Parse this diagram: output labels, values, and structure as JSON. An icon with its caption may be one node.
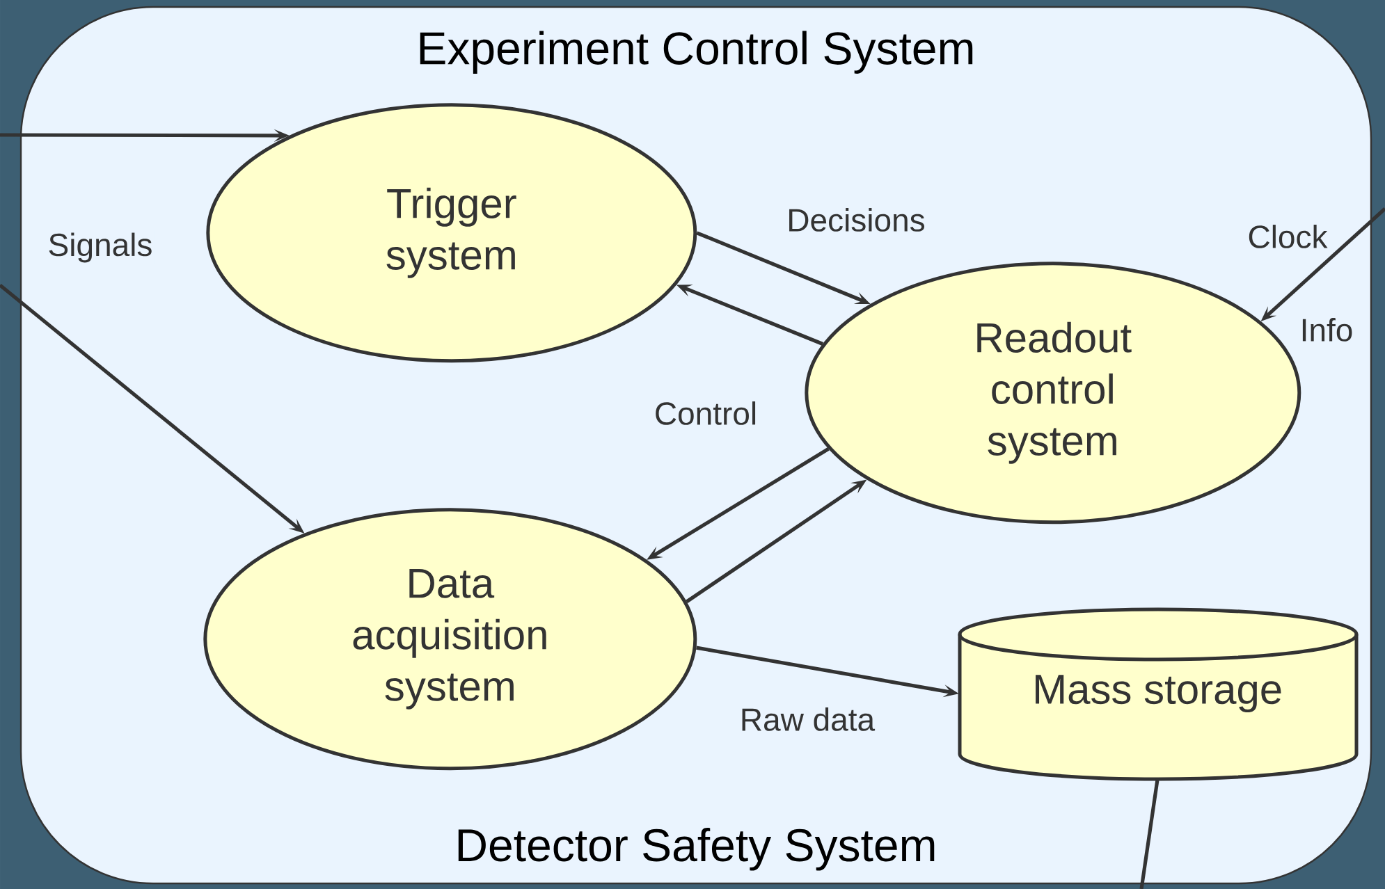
{
  "diagram": {
    "nodes": [
      {
        "text": [
          "Experiment Control System",
          "Detector Safety System"
        ]
      },
      {
        "text": [
          "Trigger system"
        ],
        "in": 0
      },
      {
        "text": [
          "Readout control system"
        ],
        "in": 0,
        "beside": [
          "Info"
        ]
      },
      {
        "text": [
          "Data acquisition system"
        ],
        "in": 0
      },
      {
        "text": [
          "Mass storage"
        ],
        "in": 0
      }
    ],
    "edges": [
      {
        "from": null,
        "to": 1,
        "arrow": "to",
        "label": "Signals"
      },
      {
        "from": null,
        "to": 3,
        "arrow": "to"
      },
      {
        "from": 1,
        "to": 2,
        "arrow": "to",
        "label": "Decisions"
      },
      {
        "from": 2,
        "to": 1,
        "arrow": "to",
        "label": "Control"
      },
      {
        "from": 2,
        "to": 3,
        "arrow": "to"
      },
      {
        "from": 3,
        "to": 2,
        "arrow": "to"
      },
      {
        "from": null,
        "to": 2,
        "arrow": "to",
        "label": "Clock"
      },
      {
        "from": 3,
        "to": 4,
        "arrow": "to",
        "label": "Raw data"
      },
      {
        "from": 4,
        "to": null,
        "arrow": "none"
      }
    ]
  }
}
